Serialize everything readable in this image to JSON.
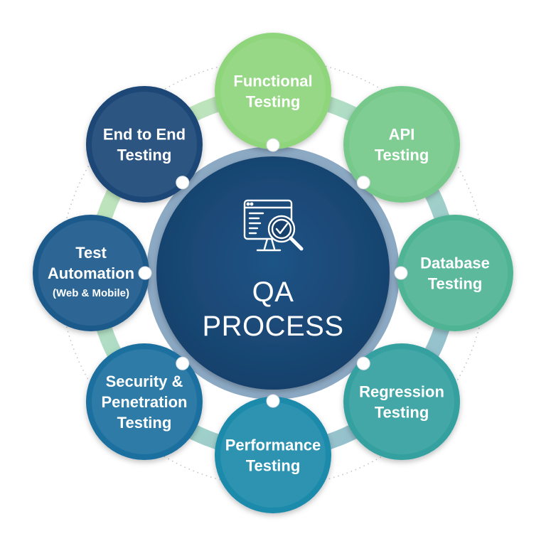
{
  "center": {
    "title_line1": "QA",
    "title_line2": "PROCESS",
    "icon": "monitor-magnifier-check-icon",
    "color": "#1d4a78"
  },
  "nodes": [
    {
      "id": "functional",
      "lines": [
        "Functional",
        "Testing"
      ],
      "color": "#8fd57c"
    },
    {
      "id": "api",
      "lines": [
        "API",
        "Testing"
      ],
      "color": "#76c98a"
    },
    {
      "id": "database",
      "lines": [
        "Database",
        "Testing"
      ],
      "color": "#4fb494"
    },
    {
      "id": "regression",
      "lines": [
        "Regression",
        "Testing"
      ],
      "color": "#34a0a0"
    },
    {
      "id": "performance",
      "lines": [
        "Performance",
        "Testing"
      ],
      "color": "#1a8aab"
    },
    {
      "id": "security",
      "lines": [
        "Security &",
        "Penetration",
        "Testing"
      ],
      "color": "#1c6f9f"
    },
    {
      "id": "automation",
      "lines": [
        "Test",
        "Automation",
        "(Web & Mobile)"
      ],
      "color": "#1d5a8c"
    },
    {
      "id": "end-to-end",
      "lines": [
        "End to End",
        "Testing"
      ],
      "color": "#1c4677"
    }
  ]
}
